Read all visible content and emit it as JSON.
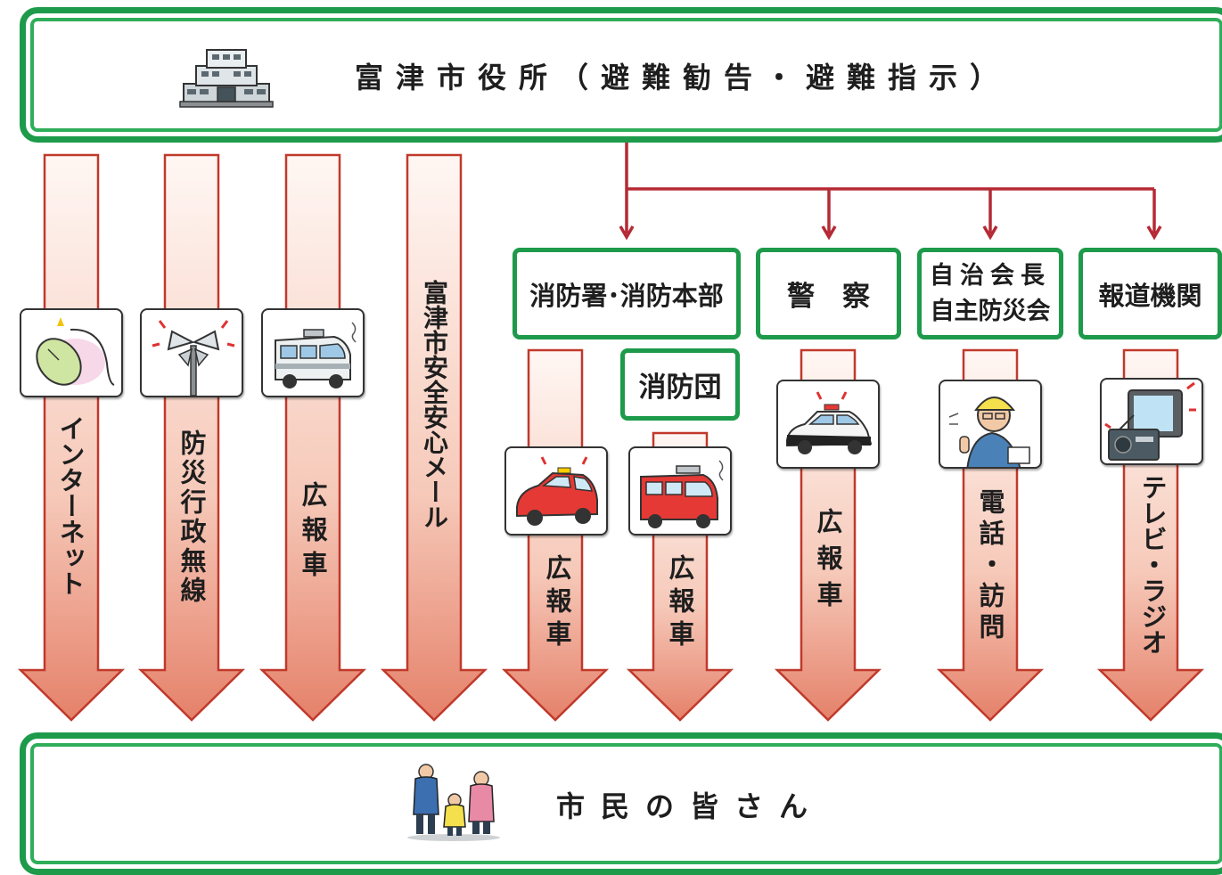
{
  "header": {
    "title": "富津市役所（避難勧告・避難指示）"
  },
  "footer": {
    "title": "市民の皆さん"
  },
  "channels": {
    "internet": "インターネット",
    "radio": "防災行政無線",
    "pr_car": "広報車",
    "mail": "富津市安全安心メール",
    "fire_car": "広報車",
    "brigade_car": "広報車",
    "police_car": "広報車",
    "community": "電話・訪問",
    "media": "テレビ・ラジオ"
  },
  "orgs": {
    "fire": "消防署･消防本部",
    "brigade": "消防団",
    "police": "警　察",
    "community_line1": "自治会長",
    "community_line2": "自主防災会",
    "media": "報道機関"
  },
  "colors": {
    "green": "#1d9a4a",
    "arrow_top": "#fdf3f0",
    "arrow_bottom": "#e8876c",
    "arrow_stroke": "#c0392b",
    "connector": "#b52a35"
  }
}
